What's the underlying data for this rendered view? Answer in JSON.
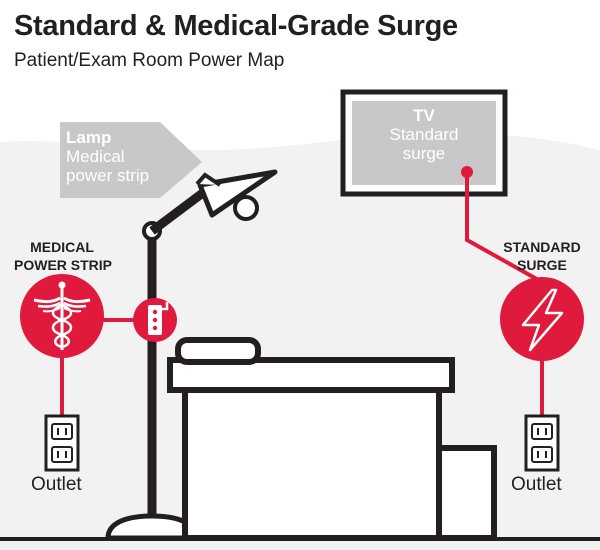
{
  "header": {
    "title": "Standard & Medical-Grade Surge",
    "subtitle": "Patient/Exam Room Power Map"
  },
  "tv": {
    "name": "TV",
    "line1": "Standard",
    "line2": "surge"
  },
  "lamp": {
    "name": "Lamp",
    "line1": "Medical",
    "line2": "power strip"
  },
  "medical_strip": {
    "line1": "MEDICAL",
    "line2": "POWER STRIP",
    "icon": "caduceus-icon"
  },
  "standard_surge": {
    "line1": "STANDARD",
    "line2": "SURGE",
    "icon": "lightning-bolt-icon"
  },
  "outlets": {
    "left_label": "Outlet",
    "right_label": "Outlet"
  },
  "colors": {
    "accent_red": "#e01a3c",
    "dark": "#231f20",
    "callout_gray": "#c8c8c8",
    "room_bg": "#f2f2f2"
  }
}
